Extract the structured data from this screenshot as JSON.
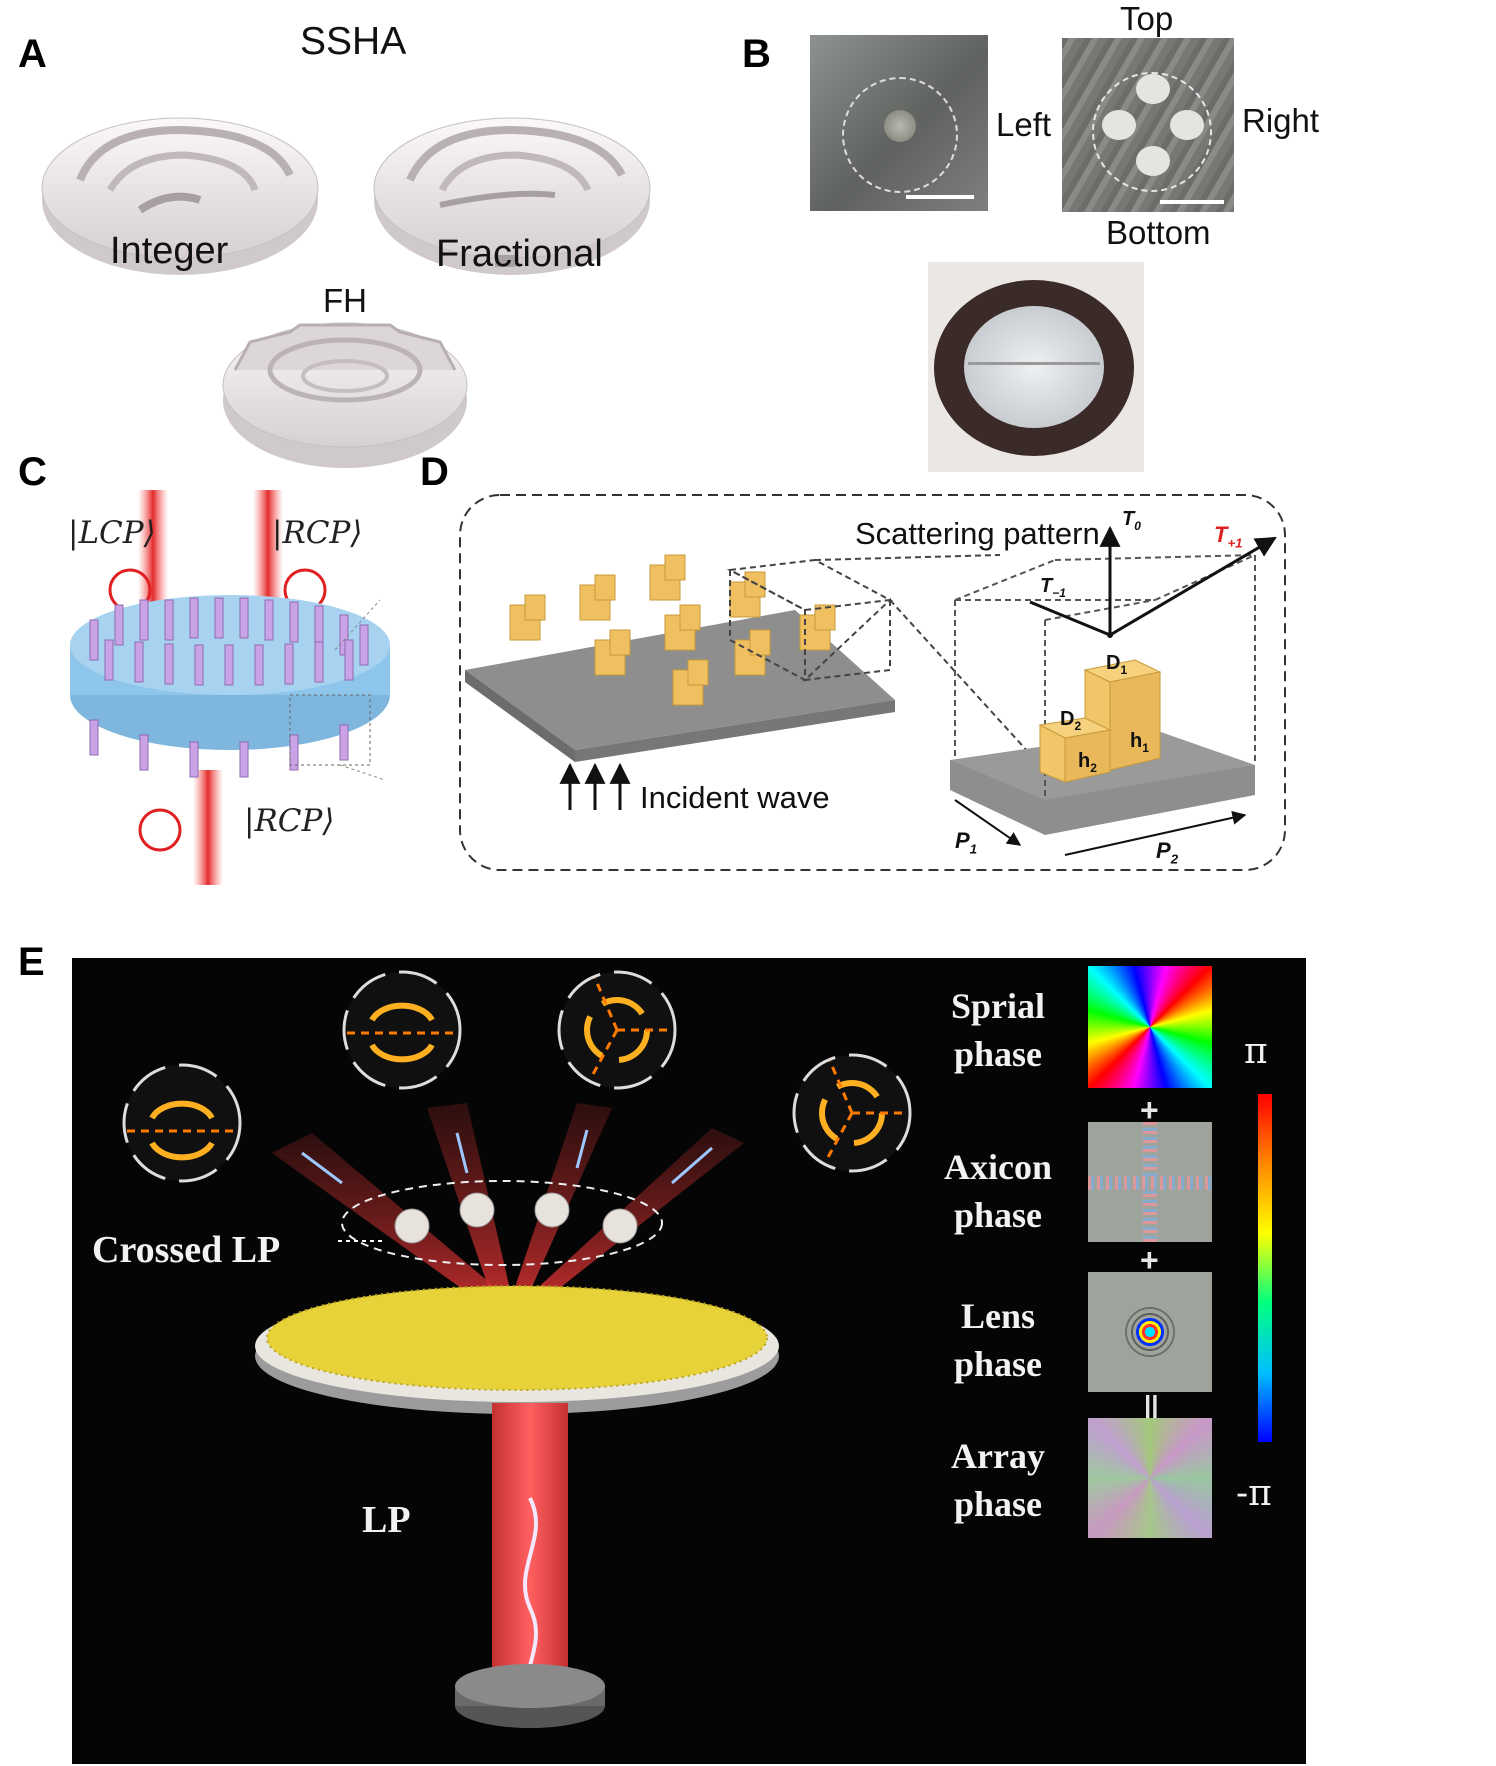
{
  "panel_letters": {
    "a": "A",
    "b": "B",
    "c": "C",
    "d": "D",
    "e": "E"
  },
  "panel_a": {
    "title": "SSHA",
    "integer": "Integer",
    "fractional": "Fractional",
    "fh": "FH"
  },
  "panel_b": {
    "left": "Left",
    "top": "Top",
    "right": "Right",
    "bottom": "Bottom"
  },
  "panel_c": {
    "lcp": "|LCP⟩",
    "rcp_top": "|RCP⟩",
    "rcp_bottom": "|RCP⟩"
  },
  "panel_d": {
    "scattering": "Scattering pattern",
    "incident": "Incident wave",
    "t0": "T",
    "t0_sub": "0",
    "tp1": "T",
    "tp1_sub": "+1",
    "tm1": "T",
    "tm1_sub": "−1",
    "d1": "D",
    "d1_sub": "1",
    "d2": "D",
    "d2_sub": "2",
    "h1": "h",
    "h1_sub": "1",
    "h2": "h",
    "h2_sub": "2",
    "p1": "P",
    "p1_sub": "1",
    "p2": "P",
    "p2_sub": "2"
  },
  "panel_e": {
    "crossed_lp": "Crossed LP",
    "lp": "LP",
    "phases": [
      {
        "line1": "Sprial",
        "line2": "phase"
      },
      {
        "line1": "Axicon",
        "line2": "phase"
      },
      {
        "line1": "Lens",
        "line2": "phase"
      },
      {
        "line1": "Array",
        "line2": "phase"
      }
    ],
    "ops": [
      "+",
      "+",
      "||"
    ],
    "scale_max": "π",
    "scale_min": "-π"
  },
  "colors": {
    "laser_red": "#e02020",
    "metal_yellow": "#e8d23a",
    "block_orange": "#f0c060",
    "disk_blue": "#8ec5ea",
    "pillar_purple": "#c9a3e6"
  }
}
